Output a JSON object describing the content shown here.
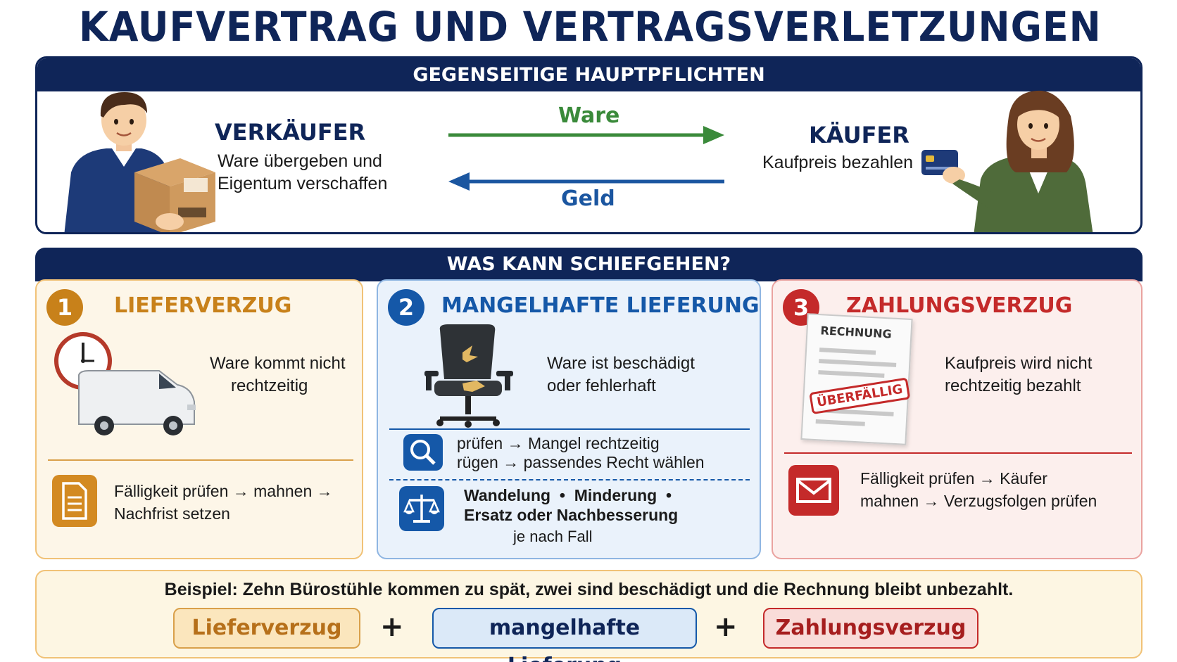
{
  "title": "KAUFVERTRAG UND VERTRAGSVERLETZUNGEN",
  "section_top": {
    "heading": "GEGENSEITIGE HAUPTPFLICHTEN",
    "seller": {
      "name": "VERKÄUFER",
      "desc_line1": "Ware übergeben und",
      "desc_line2": "Eigentum verschaffen"
    },
    "buyer": {
      "name": "KÄUFER",
      "desc": "Kaufpreis bezahlen"
    },
    "arrow_right_label": "Ware",
    "arrow_left_label": "Geld"
  },
  "section_problems": {
    "heading": "WAS KANN SCHIEFGEHEN?",
    "cards": [
      {
        "number": "1",
        "title": "LIEFERVERZUG",
        "text_line1": "Ware kommt nicht",
        "text_line2": "rechtzeitig",
        "steps_line1": "Fälligkeit prüfen → mahnen →",
        "steps_line2": "Nachfrist setzen",
        "accent": "#c8811a"
      },
      {
        "number": "2",
        "title": "MANGELHAFTE LIEFERUNG",
        "text_line1": "Ware ist beschädigt",
        "text_line2": "oder fehlerhaft",
        "steps_line1": "prüfen → Mangel rechtzeitig",
        "steps_line2": "rügen → passendes Recht wählen",
        "rights_line1": "Wandelung  •  Minderung  •",
        "rights_line2": "Ersatz oder Nachbesserung",
        "rights_note": "je nach Fall",
        "accent": "#1558a8"
      },
      {
        "number": "3",
        "title": "ZAHLUNGSVERZUG",
        "invoice_label": "RECHNUNG",
        "stamp": "ÜBERFÄLLIG",
        "text_line1": "Kaufpreis wird nicht",
        "text_line2": "rechtzeitig bezahlt",
        "steps_line1": "Fälligkeit prüfen → Käufer",
        "steps_line2": "mahnen → Verzugsfolgen prüfen",
        "accent": "#c42a2a"
      }
    ]
  },
  "example": {
    "text": "Beispiel: Zehn Bürostühle kommen zu spät, zwei sind beschädigt und die Rechnung bleibt unbezahlt.",
    "pills": [
      "Lieferverzug",
      "mangelhafte Lieferung",
      "Zahlungsverzug"
    ],
    "plus": "+"
  },
  "colors": {
    "navy": "#0f2558",
    "green": "#3a8a3a",
    "blue": "#1b56a0",
    "orange": "#c8811a",
    "red": "#c42a2a"
  }
}
